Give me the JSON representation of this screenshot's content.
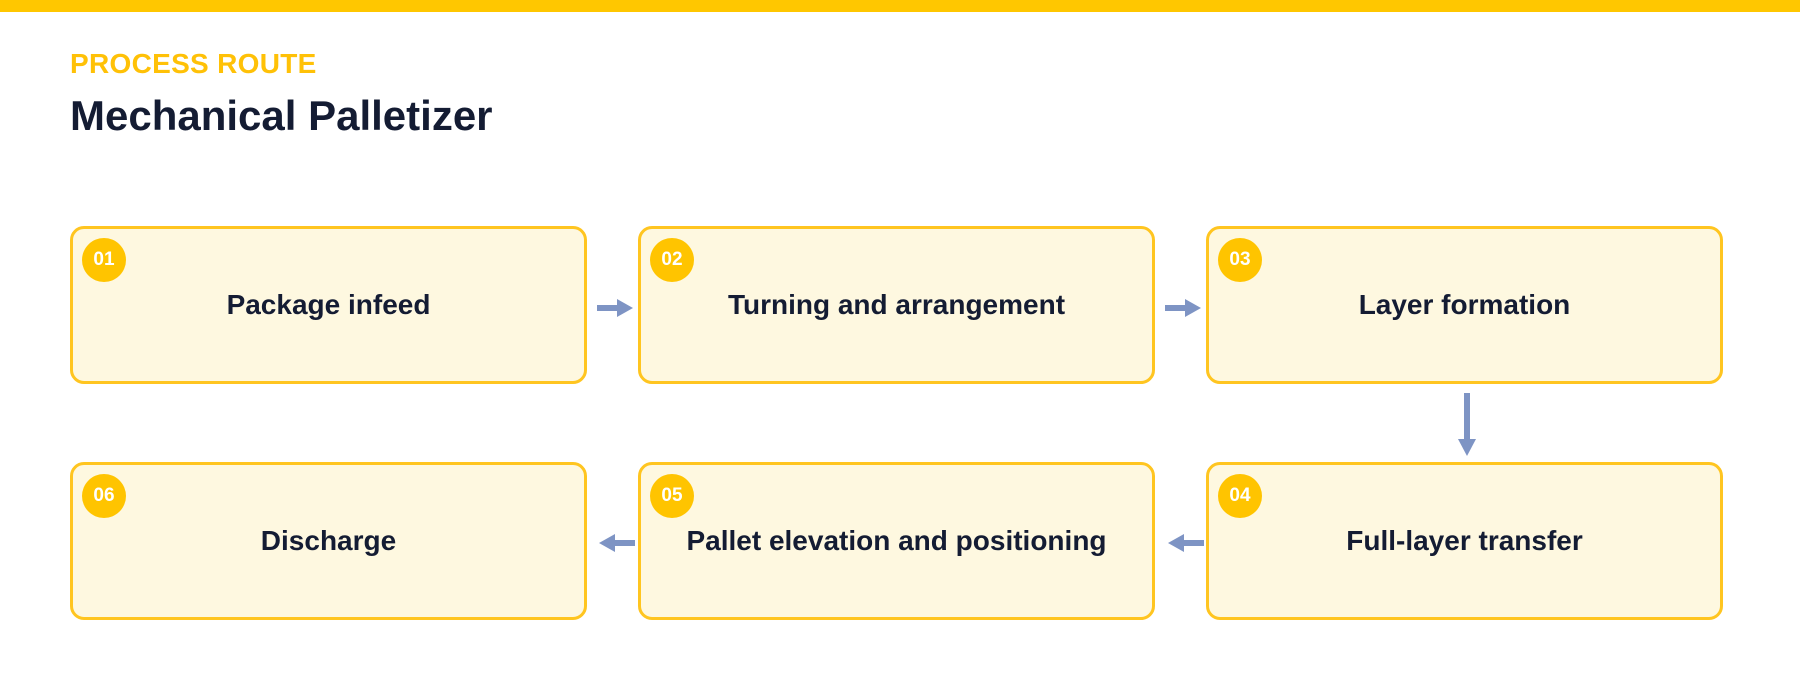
{
  "header": {
    "eyebrow": "PROCESS ROUTE",
    "title": "Mechanical Palletizer"
  },
  "colors": {
    "accent": "#FFC700",
    "box_fill": "#FEF8E0",
    "box_border": "#FFC520",
    "badge": "#FFC400",
    "arrow": "#7E94C4",
    "text": "#141C33"
  },
  "steps": [
    {
      "number": "01",
      "label": "Package infeed"
    },
    {
      "number": "02",
      "label": "Turning and arrangement"
    },
    {
      "number": "03",
      "label": "Layer formation"
    },
    {
      "number": "04",
      "label": "Full-layer transfer"
    },
    {
      "number": "05",
      "label": "Pallet elevation and positioning"
    },
    {
      "number": "06",
      "label": "Discharge"
    }
  ]
}
